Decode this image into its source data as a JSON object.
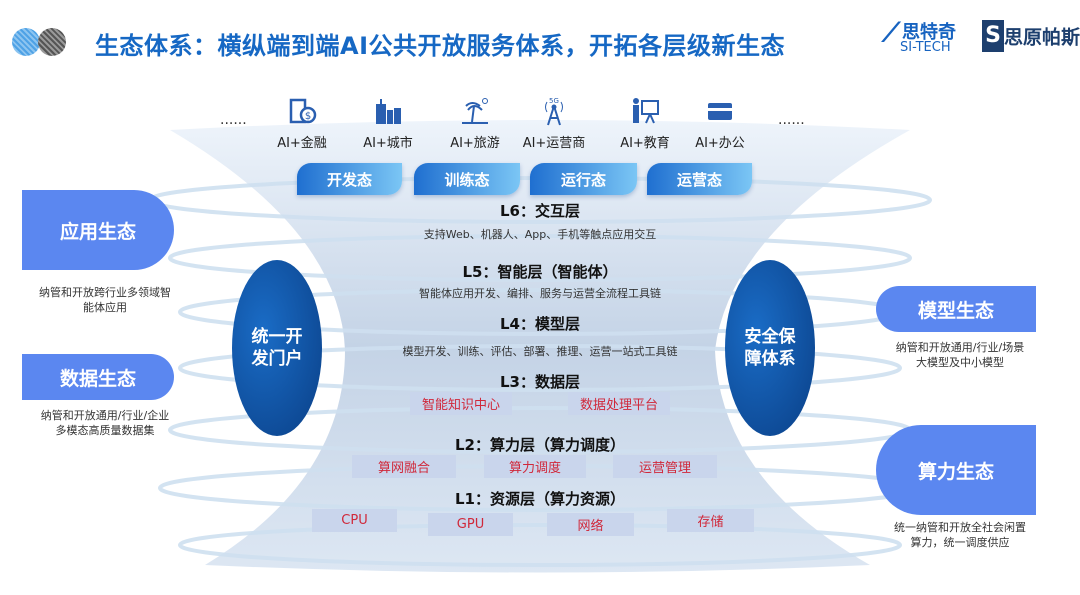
{
  "header": {
    "title": "生态体系：横纵端到端AI公共开放服务体系，开拓各层级新生态",
    "logo_sitech_cn": "思特奇",
    "logo_sitech_en": "SI-TECH",
    "logo_sipai": "思原帕斯"
  },
  "apps": {
    "more_left": "......",
    "more_right": "......",
    "items": [
      {
        "label": "AI+金融",
        "icon": "finance-icon"
      },
      {
        "label": "AI+城市",
        "icon": "city-icon"
      },
      {
        "label": "AI+旅游",
        "icon": "travel-icon"
      },
      {
        "label": "AI+运营商",
        "icon": "5g-tower-icon",
        "badge": "5G"
      },
      {
        "label": "AI+教育",
        "icon": "education-icon"
      },
      {
        "label": "AI+办公",
        "icon": "office-card-icon"
      }
    ]
  },
  "states": [
    "开发态",
    "训练态",
    "运行态",
    "运营态"
  ],
  "layers": {
    "l6": {
      "title": "L6：交互层",
      "sub": "支持Web、机器人、App、手机等触点应用交互"
    },
    "l5": {
      "title": "L5：智能层（智能体）",
      "sub": "智能体应用开发、编排、服务与运营全流程工具链"
    },
    "l4": {
      "title": "L4：模型层",
      "sub": "模型开发、训练、评估、部署、推理、运营一站式工具链"
    },
    "l3": {
      "title": "L3：数据层",
      "items": [
        "智能知识中心",
        "数据处理平台"
      ]
    },
    "l2": {
      "title": "L2：算力层（算力调度）",
      "items": [
        "算网融合",
        "算力调度",
        "运营管理"
      ]
    },
    "l1": {
      "title": "L1：资源层（算力资源）",
      "items": [
        "CPU",
        "GPU",
        "网络",
        "存储"
      ]
    }
  },
  "pillars": {
    "left": "统一开\n发门户",
    "left_lines": [
      "统一开",
      "发门户"
    ],
    "right_lines": [
      "安全保",
      "障体系"
    ]
  },
  "ecosystems": [
    {
      "name": "应用生态",
      "desc": [
        "纳管和开放跨行业多领域智",
        "能体应用"
      ]
    },
    {
      "name": "数据生态",
      "desc": [
        "纳管和开放通用/行业/企业",
        "多模态高质量数据集"
      ]
    },
    {
      "name": "模型生态",
      "desc": [
        "纳管和开放通用/行业/场景",
        "大模型及中小模型"
      ]
    },
    {
      "name": "算力生态",
      "desc": [
        "统一纳管和开放全社会闲置",
        "算力，统一调度供应"
      ]
    }
  ],
  "colors": {
    "title": "#1668c4",
    "pill": "#5b87f0",
    "oval": "#0a3f86",
    "red_text": "#d0283a"
  }
}
